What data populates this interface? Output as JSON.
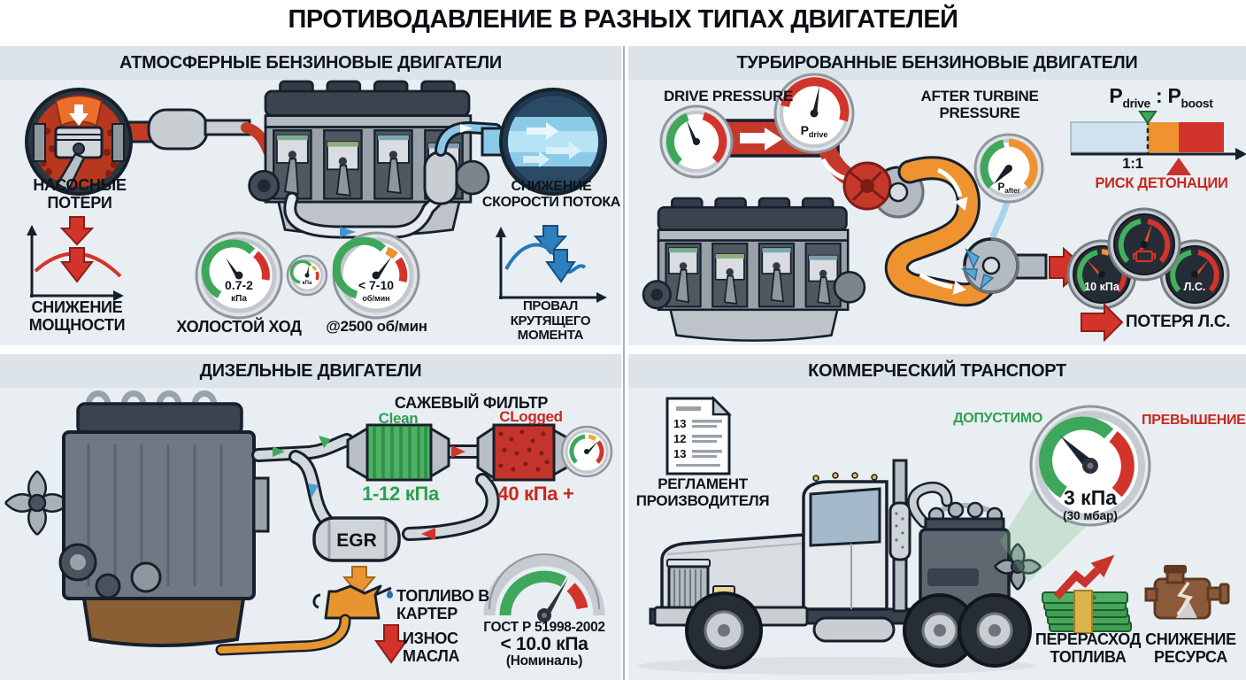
{
  "title": "ПРОТИВОДАВЛЕНИЕ В РАЗНЫХ ТИПАХ ДВИГАТЕЛЕЙ",
  "colors": {
    "red": "#d2342b",
    "green": "#3fa75c",
    "orange": "#ef9330",
    "blue": "#2e7fc0",
    "light_blue": "#cfe3ee",
    "dark": "#1a2430",
    "panel": "#e9eef2"
  },
  "atmo": {
    "header": "АТМОСФЕРНЫЕ БЕНЗИНОВЫЕ ДВИГАТЕЛИ",
    "pumping_losses": "НАСОСНЫЕ ПОТЕРИ",
    "power_drop": "СНИЖЕНИЕ МОЩНОСТИ",
    "idle_gauge": {
      "value": "0.7-2",
      "unit": "кПа",
      "label": "ХОЛОСТОЙ ХОД"
    },
    "mini_gauge_unit": "кПа",
    "rpm_gauge": {
      "value": "< 7-10",
      "unit": "об/мин",
      "label": "@2500 об/мин"
    },
    "flow_drop": "СНИЖЕНИЕ СКОРОСТИ ПОТОКА",
    "torque_dip": "ПРОВАЛ КРУТЯЩЕГО МОМЕНТА"
  },
  "turbo": {
    "header": "ТУРБИРОВАННЫЕ БЕНЗИНОВЫЕ ДВИГАТЕЛИ",
    "drive_pressure": "DRIVE PRESSURE",
    "after_turbine": "AFTER TURBINE PRESSURE",
    "p": "P",
    "drive_sub": "drive",
    "after_sub": "after",
    "boost_sub": "boost",
    "colon": ":",
    "ratio_mark": "1:1",
    "detonation_risk": "РИСК ДЕТОНАЦИИ",
    "kpa_gauge": "10 кПа",
    "hp_gauge": "Л.С.",
    "hp_loss": "ПОТЕРЯ Л.С."
  },
  "diesel": {
    "header": "ДИЗЕЛЬНЫЕ ДВИГАТЕЛИ",
    "dpf_title": "САЖЕВЫЙ ФИЛЬТР",
    "clean_label": "Clean",
    "clean_value": "1-12 кПа",
    "clogged_label": "CLogged",
    "clogged_value": "40 кПа +",
    "egr": "EGR",
    "fuel_to_crankcase": "ТОПЛИВО В КАРТЕР",
    "oil_wear": "ИЗНОС МАСЛА",
    "gost_standard": "ГОСТ Р 51998-2002",
    "gost_value": "< 10.0 кПа",
    "gost_note": "(Номиналь)"
  },
  "commercial": {
    "header": "КОММЕРЧЕСКИЙ ТРАНСПОРТ",
    "doc_lines": [
      "13",
      "12",
      "13"
    ],
    "regulation": "РЕГЛАМЕНТ ПРОИЗВОДИТЕЛЯ",
    "allowed": "ДОПУСТИМО",
    "exceeded": "ПРЕВЫШЕНИЕ",
    "gauge_value": "3 кПа",
    "gauge_note": "(30 мбар)",
    "fuel_overconsumption": "ПЕРЕРАСХОД ТОПЛИВА",
    "resource_reduction": "СНИЖЕНИЕ РЕСУРСА"
  }
}
